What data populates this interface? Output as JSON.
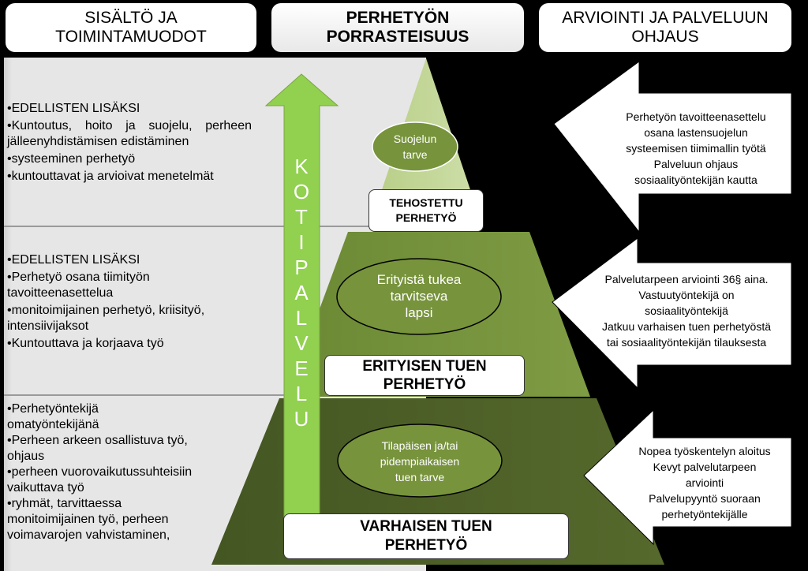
{
  "headers": [
    {
      "text": "SISÄLTÖ JA\nTOIMINTAMUODOT"
    },
    {
      "text": "PERHETYÖN\nPORRASTEISUUS"
    },
    {
      "text": "ARVIOINTI JA PALVELUUN\nOHJAUS"
    }
  ],
  "left_sections": [
    {
      "items": [
        "•EDELLISTEN LISÄKSI",
        "•Kuntoutus,  hoito ja suojelu,  perheen jälleenyhdistämisen  edistäminen",
        "•systeeminen perhetyö",
        "•kuntouttavat  ja  arvioivat  menetelmät"
      ]
    },
    {
      "items": [
        "•EDELLISTEN LISÄKSI",
        "•Perhetyö osana tiimityön tavoitteenasettelua",
        "•monitoimijainen  perhetyö,  kriisityö, intensiivijaksot",
        "•Kuntouttava  ja  korjaava  työ"
      ]
    },
    {
      "items": [
        "•Perhetyöntekijä omatyöntekijänä",
        "•Perheen arkeen osallistuva työ, ohjaus",
        "•perheen vuorovaikutussuhteisiin vaikuttava työ",
        "•ryhmät, tarvittaessa monitoimijainen työ, perheen voimavarojen vahvistaminen,"
      ]
    }
  ],
  "kotipalvelu_letters": [
    "K",
    "O",
    "T",
    "I",
    "P",
    "A",
    "L",
    "V",
    "E",
    "L",
    "U"
  ],
  "levels": [
    {
      "label": "TEHOSTETTU\nPERHETYÖ",
      "need": "Suojelun\ntarve"
    },
    {
      "label": "ERITYISEN TUEN\nPERHETYÖ",
      "need": "Erityistä tukea\ntarvitseva\nlapsi"
    },
    {
      "label": "VARHAISEN TUEN\nPERHETYÖ",
      "need": "Tilapäisen ja/tai\npidempiaikaisen\ntuen tarve"
    }
  ],
  "arrows": [
    {
      "text": "Perhetyön tavoitteenasettelu\nosana lastensuojelun\nsysteemisen tiimimallin työtä\nPalveluun ohjaus\nsosiaalityöntekijän kautta"
    },
    {
      "text": "Palvelutarpeen arviointi 36§ aina.\nVastuutyöntekijä on\nsosiaalityöntekijä\nJatkuu varhaisen tuen perhetyöstä\ntai sosiaalityöntekijän tilauksesta"
    },
    {
      "text": "Nopea työskentelyn aloitus\nKevyt palvelutarpeen\narviointi\nPalvelupyyntö suoraan\nperhetyöntekijälle"
    }
  ],
  "colors": {
    "top_tier": "#c3d69b",
    "middle_tier": "#77933c",
    "bottom_tier": "#4f6228",
    "ellipse_fill": "#77933c",
    "arrow_up": "#92d050",
    "panel_gray": "#e6e6e6"
  }
}
